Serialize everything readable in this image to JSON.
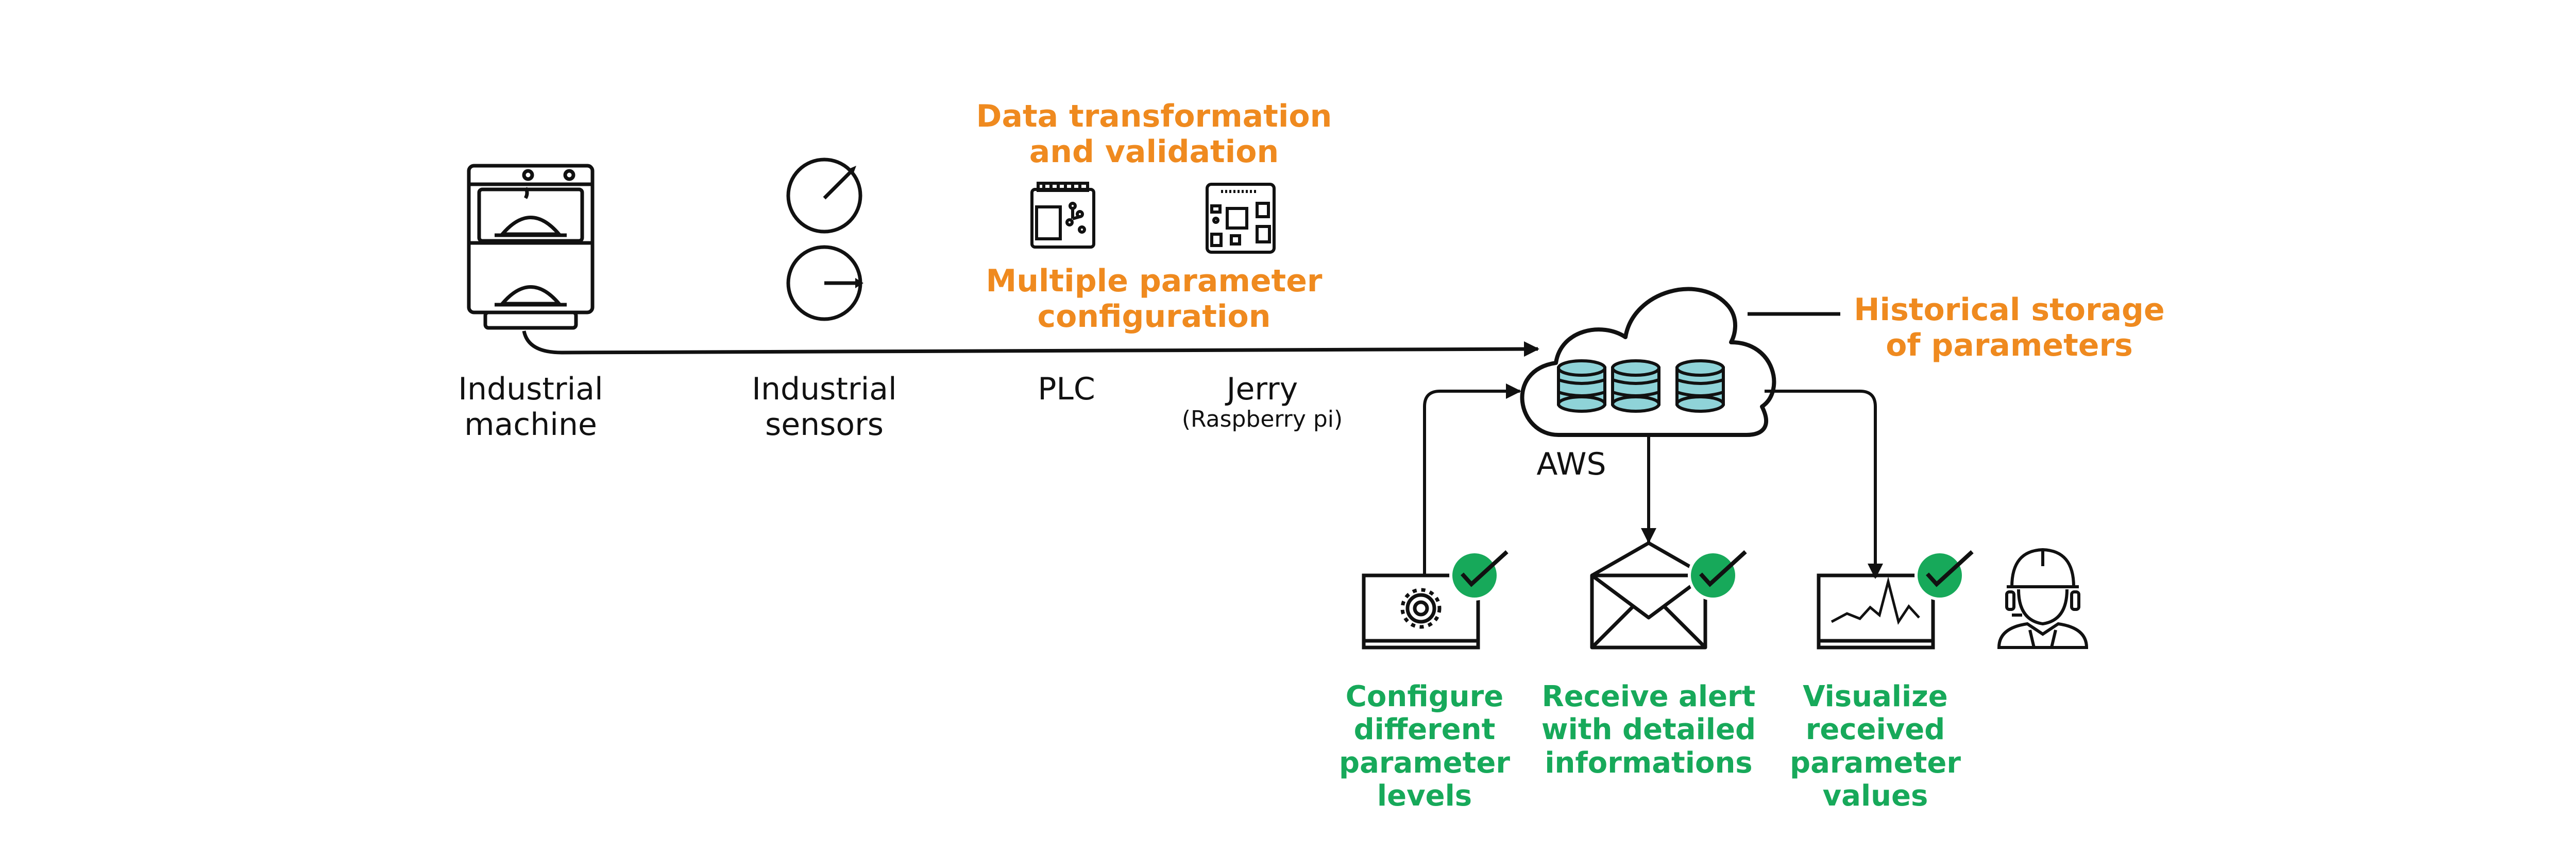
{
  "labels": {
    "industrial_machine": "Industrial\nmachine",
    "industrial_sensors": "Industrial\nsensors",
    "plc": "PLC",
    "jerry": "Jerry",
    "jerry_sub": "(Raspberry pi)",
    "aws": "AWS",
    "data_transformation": "Data transformation\nand validation",
    "multiple_parameter": "Multiple parameter\nconfiguration",
    "historical_storage": "Historical storage\nof parameters",
    "configure_levels": "Configure\ndifferent\nparameter\nlevels",
    "receive_alert": "Receive alert\nwith detailed\ninformations",
    "visualize_values": "Visualize\nreceived\nparameter\nvalues"
  },
  "colors": {
    "orange": "#ef8a1f",
    "green": "#17a95a",
    "teal": "#8fd3d8",
    "line": "#111111"
  },
  "icons": [
    "oven-icon",
    "gauge-icon",
    "plc-icon",
    "raspberry-pi-icon",
    "cloud-icon",
    "database-icon",
    "settings-panel-icon",
    "envelope-icon",
    "chart-monitor-icon",
    "check-badge-icon",
    "engineer-icon"
  ]
}
